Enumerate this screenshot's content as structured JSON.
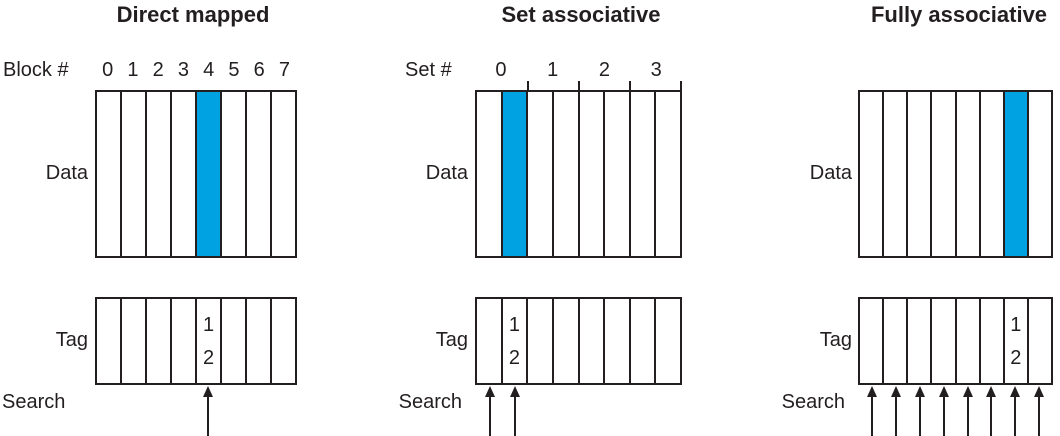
{
  "figure": {
    "subject": "Cache block placement schemes for block 12 in an 8-block cache"
  },
  "colors": {
    "highlight": "#00a2e1",
    "line": "#231f20"
  },
  "columns": [
    {
      "title": "Direct mapped",
      "index_label": "Block #",
      "index_numbers": [
        "0",
        "1",
        "2",
        "3",
        "4",
        "5",
        "6",
        "7"
      ],
      "data_label": "Data",
      "tag_label": "Tag",
      "search_label": "Search",
      "cell_count": 8,
      "highlight_index": 4,
      "tag_cell_index": 4,
      "tag_values": [
        "1",
        "2"
      ],
      "search_arrow_count": 1
    },
    {
      "title": "Set associative",
      "index_label": "Set #",
      "index_numbers": [
        "0",
        "1",
        "2",
        "3"
      ],
      "data_label": "Data",
      "tag_label": "Tag",
      "search_label": "Search",
      "cell_count": 8,
      "sets": 4,
      "highlight_index": 1,
      "tag_cell_index": 1,
      "tag_values": [
        "1",
        "2"
      ],
      "search_arrow_count": 2
    },
    {
      "title": "Fully associative",
      "data_label": "Data",
      "tag_label": "Tag",
      "search_label": "Search",
      "cell_count": 8,
      "highlight_index": 6,
      "tag_cell_index": 6,
      "tag_values": [
        "1",
        "2"
      ],
      "search_arrow_count": 8
    }
  ]
}
